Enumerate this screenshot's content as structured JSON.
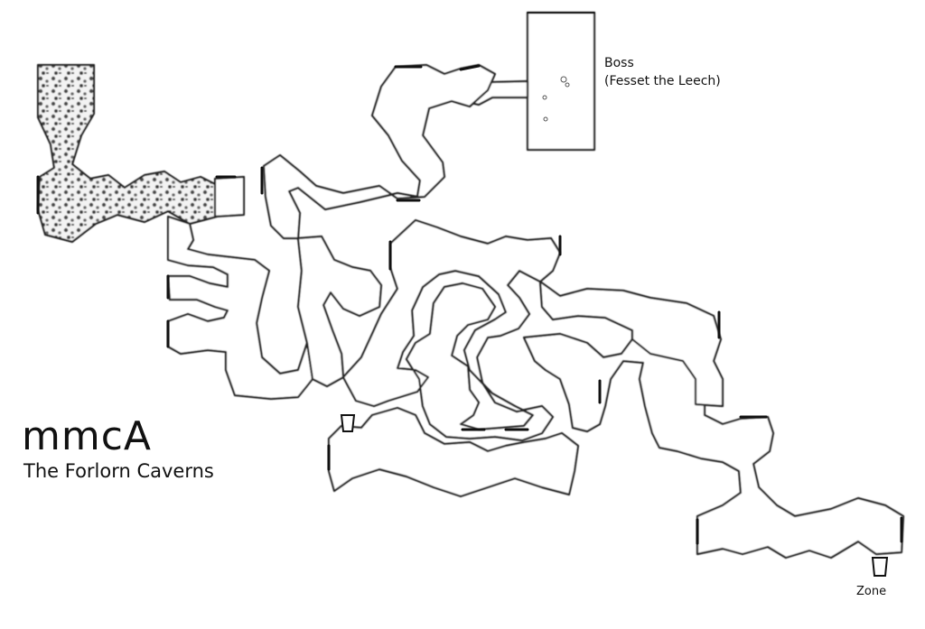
{
  "map": {
    "code": "mmcA",
    "name": "The Forlorn Caverns",
    "boss": {
      "label": "Boss",
      "name": "(Fesset the Leech)"
    },
    "zone_label": "Zone"
  },
  "colors": {
    "background": "#ffffff",
    "wall": "#222222",
    "rubble": "#555555"
  },
  "icons": [
    "doorway-icon",
    "rubble-texture",
    "stairs-icon"
  ]
}
